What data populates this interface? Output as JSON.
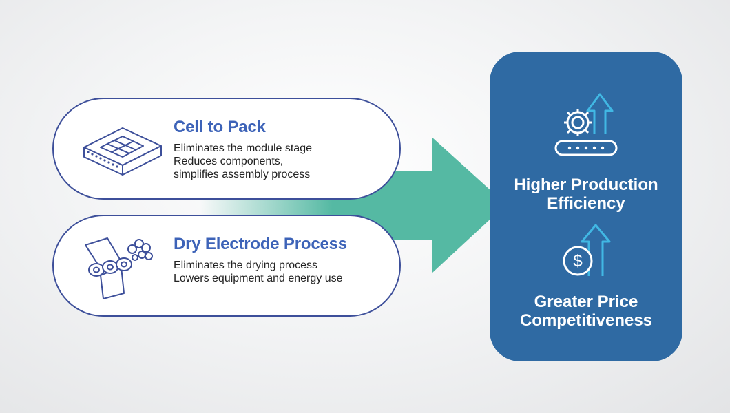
{
  "left": {
    "items": [
      {
        "title": "Cell to Pack",
        "lines": [
          "Eliminates the module stage",
          "Reduces components,",
          "simplifies assembly process"
        ],
        "icon": "battery-pack-icon"
      },
      {
        "title": "Dry Electrode Process",
        "lines": [
          "Eliminates the drying process",
          "Lowers equipment and energy use"
        ],
        "icon": "roller-press-icon"
      }
    ]
  },
  "right": {
    "outcomes": [
      {
        "label_lines": [
          "Higher Production",
          "Efficiency"
        ],
        "icon": "gear-conveyor-arrow-icon"
      },
      {
        "label_lines": [
          "Greater Price",
          "Competitiveness"
        ],
        "icon": "dollar-arrow-icon"
      }
    ]
  },
  "colors": {
    "arrow": "#55b9a3",
    "panel": "#2f6aa3",
    "pill_border": "#3d4f9a",
    "title_blue": "#3d63b8",
    "icon_cyan": "#41b8e4"
  }
}
